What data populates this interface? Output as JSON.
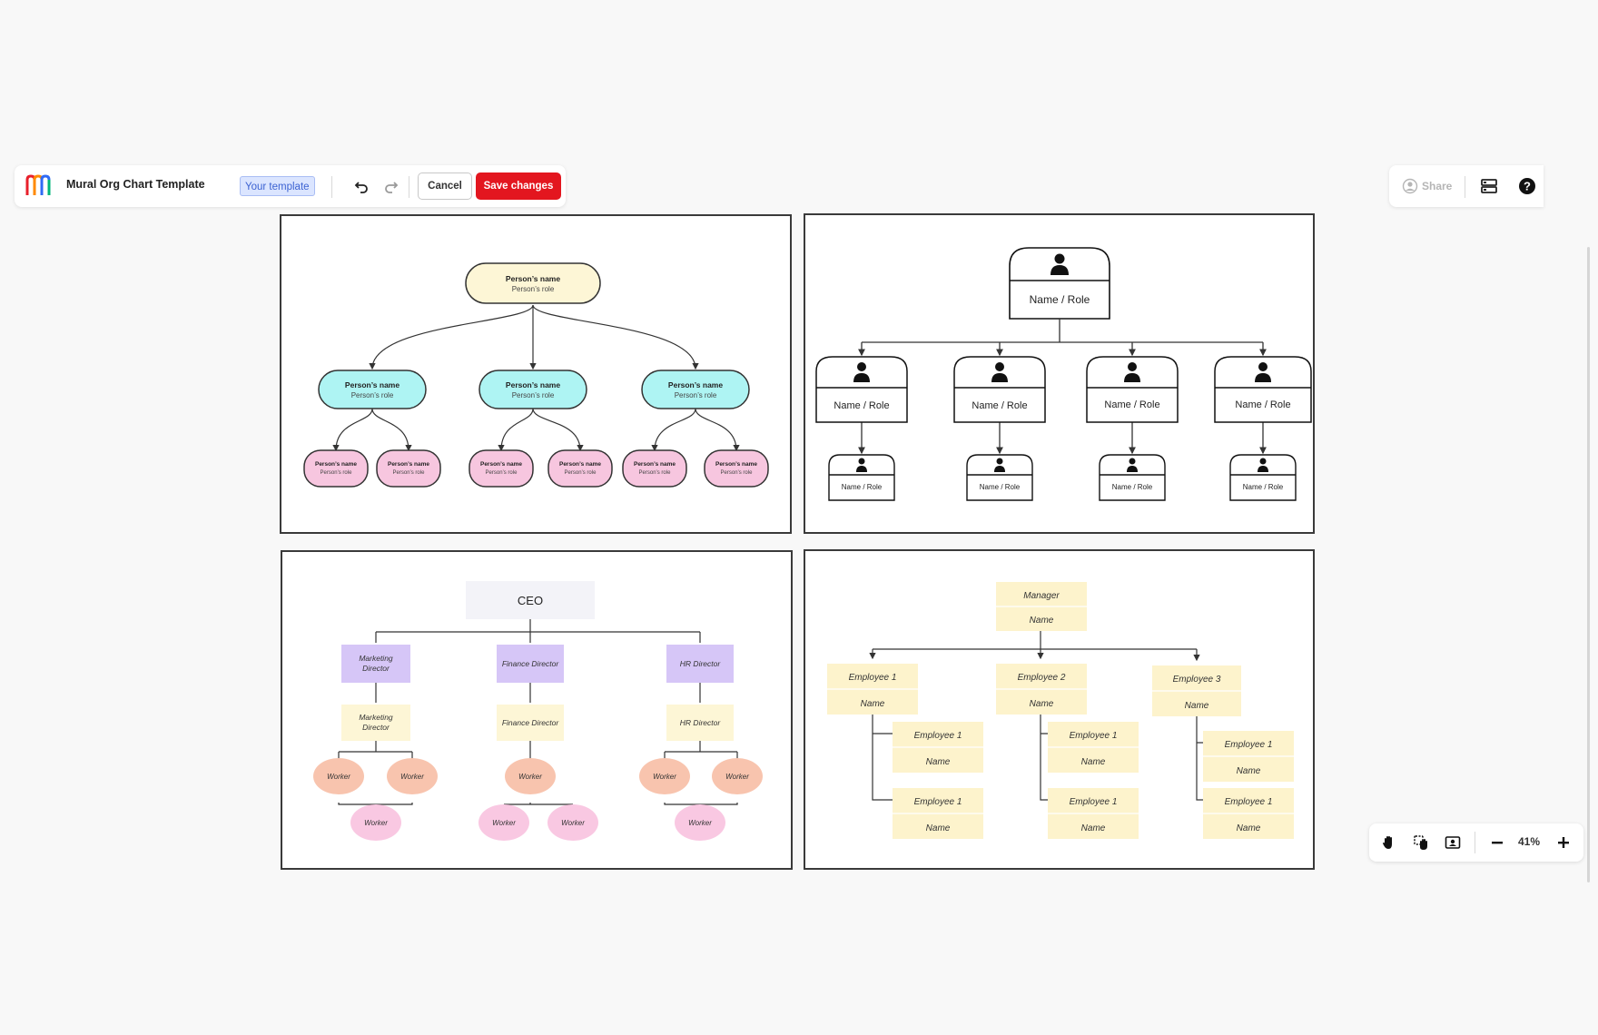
{
  "toolbar": {
    "title": "Mural Org Chart Template",
    "badge": "Your template",
    "cancel_label": "Cancel",
    "save_label": "Save changes",
    "icons": [
      "mural-logo-icon",
      "undo-icon",
      "redo-icon"
    ]
  },
  "toolbar_right": {
    "share_label": "Share",
    "icons": [
      "share-user-icon",
      "outline-panel-icon",
      "help-icon"
    ]
  },
  "zoom": {
    "level": "41%",
    "icons": [
      "hand-icon",
      "select-hand-icon",
      "map-icon",
      "zoom-out-icon",
      "zoom-in-icon"
    ]
  },
  "colors": {
    "save": "#e3161f",
    "yellow_node": "#fdf6d6",
    "cyan_node": "#aef4f3",
    "pink_node": "#f7c6df",
    "purple_node": "#d6c6f7",
    "peach_node": "#f8c4ae",
    "sticky": "#fdf3cc",
    "ceo_box": "#f3f3f8"
  },
  "chart1": {
    "root": {
      "name": "Person’s name",
      "role": "Person’s role"
    },
    "mid": [
      {
        "name": "Person’s name",
        "role": "Person’s role"
      },
      {
        "name": "Person’s name",
        "role": "Person’s role"
      },
      {
        "name": "Person’s name",
        "role": "Person’s role"
      }
    ],
    "leaves": [
      {
        "name": "Person’s name",
        "role": "Person’s role"
      },
      {
        "name": "Person’s name",
        "role": "Person’s role"
      },
      {
        "name": "Person’s name",
        "role": "Person’s role"
      },
      {
        "name": "Person’s name",
        "role": "Person’s role"
      },
      {
        "name": "Person’s name",
        "role": "Person’s role"
      },
      {
        "name": "Person’s name",
        "role": "Person’s role"
      }
    ]
  },
  "chart2": {
    "root": "Name / Role",
    "mid": [
      "Name / Role",
      "Name / Role",
      "Name / Role",
      "Name / Role"
    ],
    "leaves": [
      "Name / Role",
      "Name / Role",
      "Name / Role",
      "Name / Role"
    ]
  },
  "chart3": {
    "ceo": "CEO",
    "directors": [
      "Marketing Director",
      "Finance Director",
      "HR Director"
    ],
    "subdirectors": [
      "Marketing Director",
      "Finance Director",
      "HR Director"
    ],
    "worker": "Worker"
  },
  "chart4": {
    "manager": {
      "title": "Manager",
      "name": "Name"
    },
    "employees": [
      {
        "title": "Employee 1",
        "name": "Name"
      },
      {
        "title": "Employee 2",
        "name": "Name"
      },
      {
        "title": "Employee 3",
        "name": "Name"
      }
    ],
    "sub": {
      "title": "Employee 1",
      "name": "Name"
    }
  }
}
